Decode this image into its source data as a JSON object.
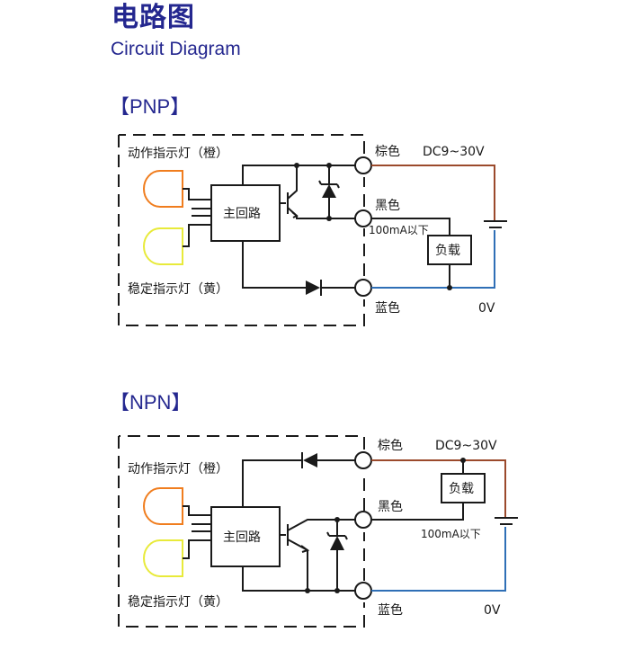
{
  "header": {
    "title_cn": "电路图",
    "title_en": "Circuit Diagram"
  },
  "colors": {
    "heading": "#24278f",
    "brown_wire": "#9b4a2c",
    "blue_wire": "#2f6fb6",
    "line": "#1a1a1a",
    "orange_lamp": "#f07d1e",
    "yellow_lamp": "#e8ea3a"
  },
  "pnp": {
    "label": "【PNP】",
    "orange_lamp_label": "动作指示灯（橙）",
    "yellow_lamp_label": "稳定指示灯（黄）",
    "main_circuit": "主回路",
    "brown": "棕色",
    "black": "黑色",
    "blue": "蓝色",
    "supply": "DC9~30V",
    "current": "100mA以下",
    "load": "负载",
    "zero": "0V"
  },
  "npn": {
    "label": "【NPN】",
    "orange_lamp_label": "动作指示灯（橙）",
    "yellow_lamp_label": "稳定指示灯（黄）",
    "main_circuit": "主回路",
    "brown": "棕色",
    "black": "黑色",
    "blue": "蓝色",
    "supply": "DC9~30V",
    "current": "100mA以下",
    "load": "负载",
    "zero": "0V"
  }
}
